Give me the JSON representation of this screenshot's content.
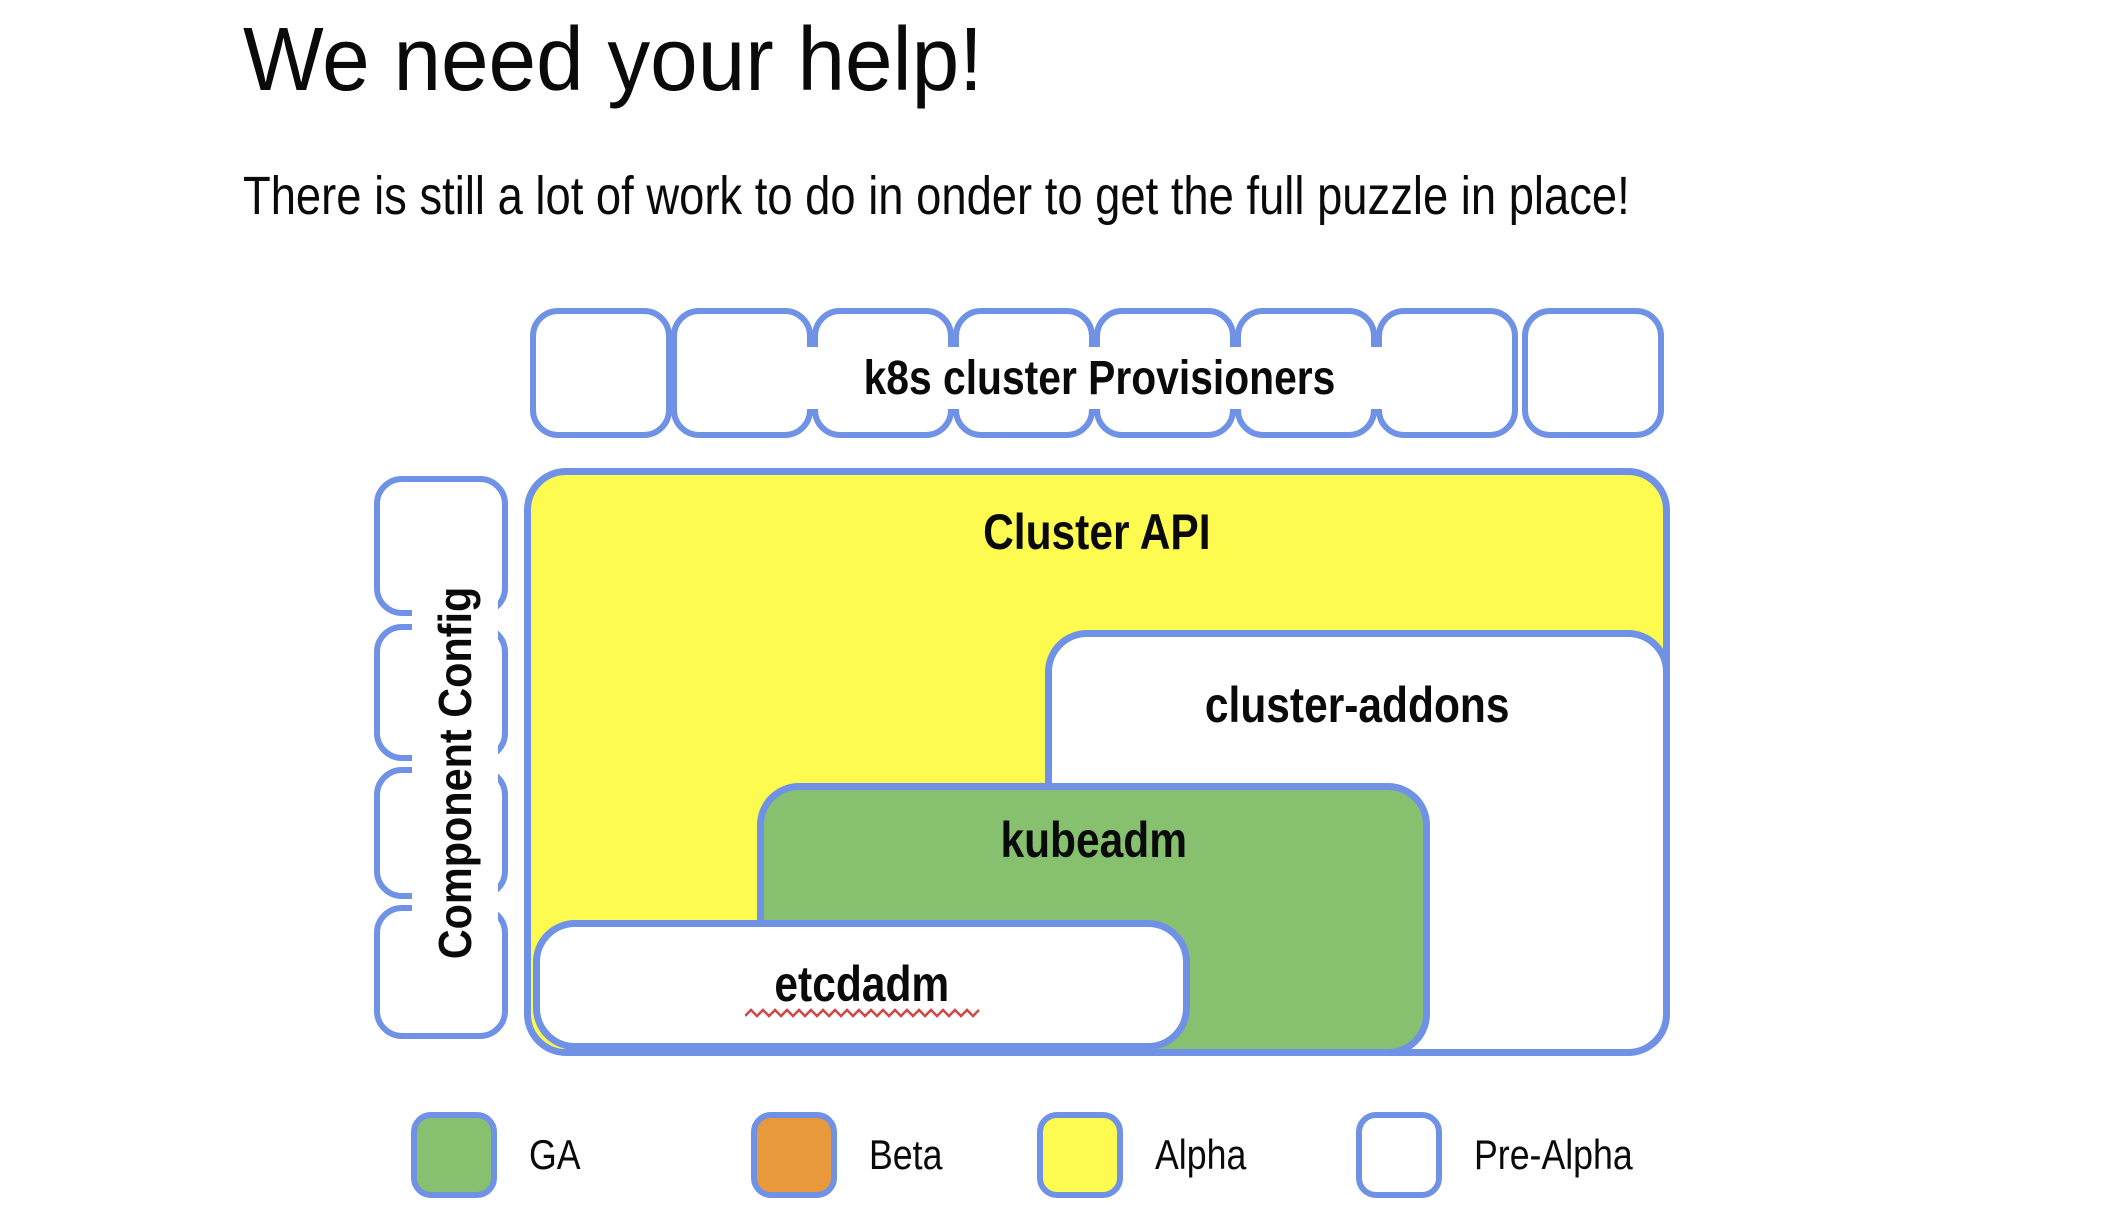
{
  "header": {
    "title": "We need your help!",
    "subtitle": "There is still a lot of work to do in onder to get the full puzzle in place!"
  },
  "diagram": {
    "top_row": {
      "label": "k8s cluster Provisioners",
      "pieces": [
        {
          "status": "ga"
        },
        {
          "status": "ga"
        },
        {
          "status": "ga"
        },
        {
          "status": "beta"
        },
        {
          "status": "beta"
        },
        {
          "status": "beta"
        },
        {
          "status": "alpha"
        },
        {
          "status": "prealpha"
        }
      ]
    },
    "component_config": {
      "label": "Component Config",
      "pieces": [
        {
          "status": "prealpha"
        },
        {
          "status": "prealpha"
        },
        {
          "status": "alpha"
        },
        {
          "status": "beta"
        }
      ]
    },
    "boxes": [
      {
        "id": "cluster-api",
        "label": "Cluster API",
        "status": "alpha"
      },
      {
        "id": "cluster-addons",
        "label": "cluster-addons",
        "status": "prealpha"
      },
      {
        "id": "kubeadm",
        "label": "kubeadm",
        "status": "ga"
      },
      {
        "id": "etcdadm",
        "label": "etcdadm",
        "status": "prealpha",
        "spellcheck_underline": true
      }
    ]
  },
  "legend": {
    "items": [
      {
        "label": "GA",
        "status": "ga"
      },
      {
        "label": "Beta",
        "status": "beta"
      },
      {
        "label": "Alpha",
        "status": "alpha"
      },
      {
        "label": "Pre-Alpha",
        "status": "prealpha"
      }
    ]
  },
  "colors": {
    "ga": "#87c16f",
    "beta": "#e8993b",
    "alpha": "#fdfa50",
    "prealpha": "#ffffff",
    "border": "#6f92e6",
    "text": "#0a0a0a",
    "squiggle": "#cf4b4b"
  }
}
